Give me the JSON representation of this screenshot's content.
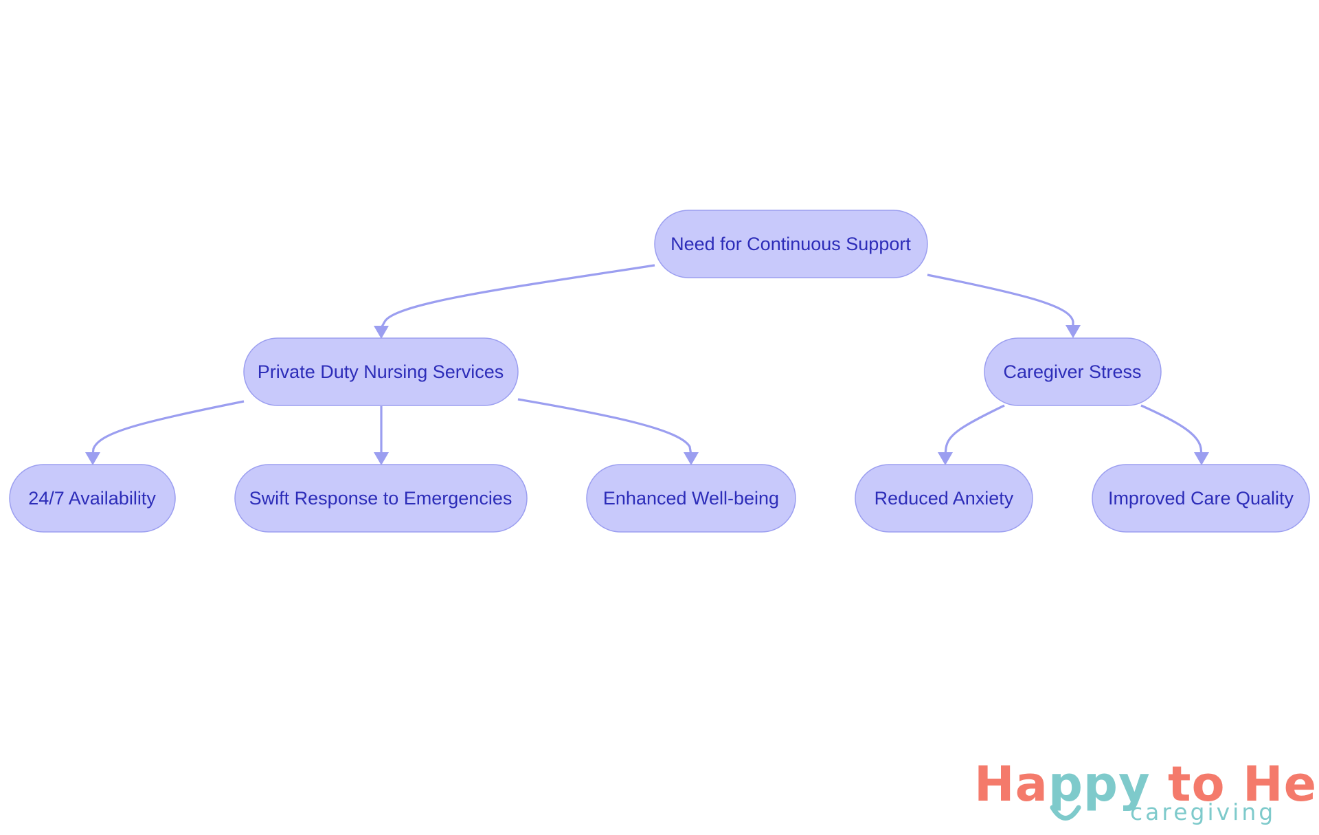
{
  "colors": {
    "node_fill": "#c8c9fb",
    "node_stroke": "#9b9ef0",
    "node_text": "#2c2cb8",
    "edge": "#9b9ef0",
    "logo_coral": "#f47a6b",
    "logo_teal": "#7ecacb"
  },
  "nodes": {
    "root": {
      "label": "Need for Continuous Support"
    },
    "nursing": {
      "label": "Private Duty Nursing Services"
    },
    "stress": {
      "label": "Caregiver Stress"
    },
    "availability": {
      "label": "24/7 Availability"
    },
    "response": {
      "label": "Swift Response to Emergencies"
    },
    "wellbeing": {
      "label": "Enhanced Well-being"
    },
    "anxiety": {
      "label": "Reduced Anxiety"
    },
    "quality": {
      "label": "Improved Care Quality"
    }
  },
  "edges": [
    {
      "from": "root",
      "to": "nursing"
    },
    {
      "from": "root",
      "to": "stress"
    },
    {
      "from": "nursing",
      "to": "availability"
    },
    {
      "from": "nursing",
      "to": "response"
    },
    {
      "from": "nursing",
      "to": "wellbeing"
    },
    {
      "from": "stress",
      "to": "anxiety"
    },
    {
      "from": "stress",
      "to": "quality"
    }
  ],
  "logo": {
    "text_before": "Ha",
    "text_accent": "ppy",
    "text_after": " to Help",
    "tagline": "caregiving"
  }
}
